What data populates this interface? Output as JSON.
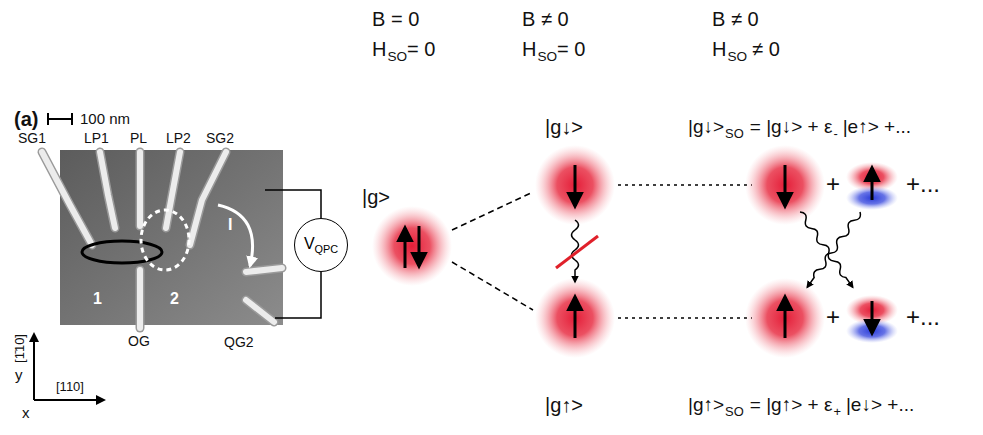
{
  "diagram": {
    "nodes": [
      {
        "text": [
          "V",
          "QPC"
        ]
      }
    ],
    "labels": [
      "(a)",
      "100 nm",
      "SG1",
      "LP1",
      "PL",
      "LP2",
      "SG2",
      "1",
      "2",
      "I",
      "OG",
      "QG2",
      "y",
      "[1̄10]",
      "x",
      "[110]",
      "B = 0",
      "H",
      "SO",
      "= 0",
      "B ≠ 0",
      "H",
      "SO",
      "= 0",
      "B ≠ 0",
      "H",
      "SO",
      "≠ 0",
      "|g>",
      "|g↓>",
      "|g↓>",
      "SO",
      "= |g↓> + ε",
      "-",
      "|e↑> +...",
      "|g↑>",
      "|g↑>",
      "SO",
      "= |g↑> + ε",
      "+",
      "|e↓> +...",
      "+",
      "+...",
      "+",
      "+..."
    ]
  }
}
